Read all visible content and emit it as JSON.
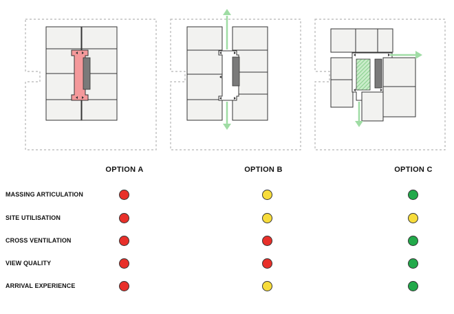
{
  "options": [
    {
      "label": "OPTION A"
    },
    {
      "label": "OPTION B"
    },
    {
      "label": "OPTION C"
    }
  ],
  "criteria": [
    {
      "label": "MASSING ARTICULATION",
      "ratings": [
        "red",
        "yellow",
        "green"
      ]
    },
    {
      "label": "SITE UTILISATION",
      "ratings": [
        "red",
        "yellow",
        "yellow"
      ]
    },
    {
      "label": "CROSS VENTILATION",
      "ratings": [
        "red",
        "red",
        "green"
      ]
    },
    {
      "label": "VIEW QUALITY",
      "ratings": [
        "red",
        "red",
        "green"
      ]
    },
    {
      "label": "ARRIVAL EXPERIENCE",
      "ratings": [
        "red",
        "yellow",
        "green"
      ]
    }
  ],
  "colors": {
    "red": "#e8302a",
    "yellow": "#f7dc3b",
    "green": "#22a94a",
    "core_highlight": "#f4999b",
    "core": "#7a7a7a",
    "unit_fill": "#f2f2f0",
    "arrow": "#9fdca4",
    "site_outline": "#b5b5b5"
  }
}
